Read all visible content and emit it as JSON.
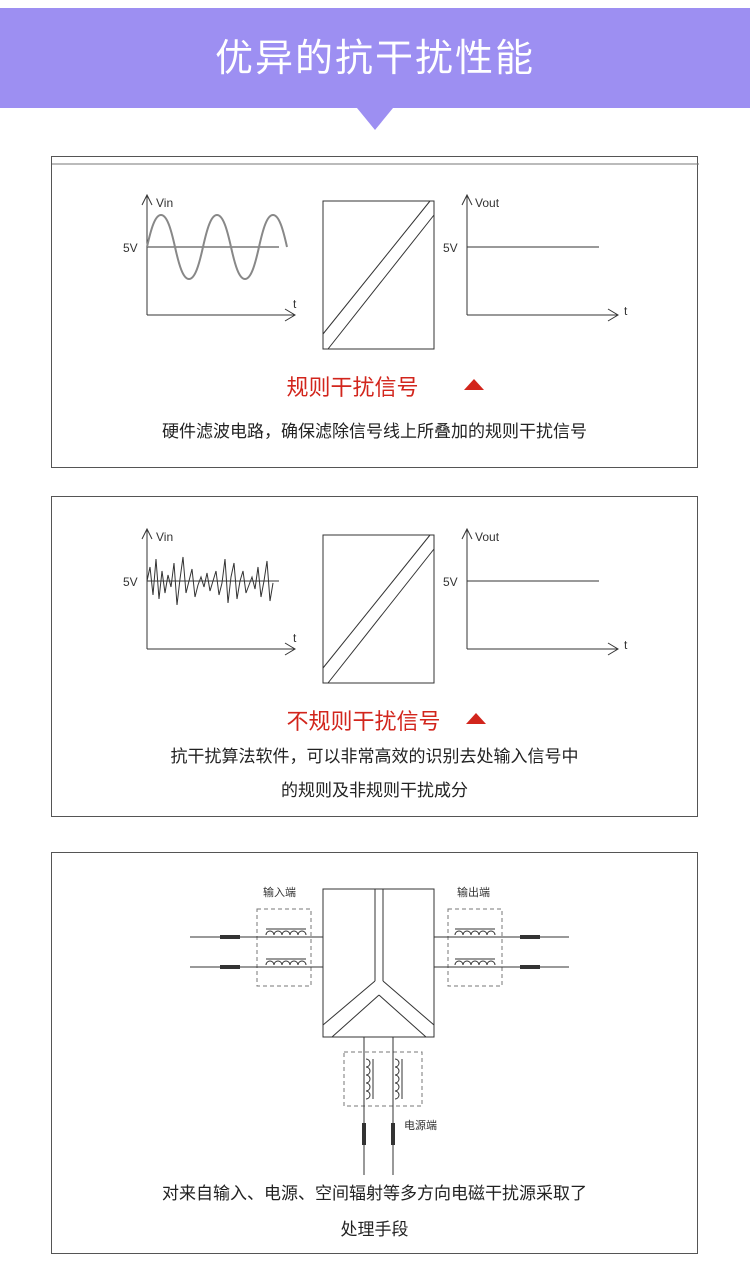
{
  "header": {
    "title": "优异的抗干扰性能"
  },
  "panel1": {
    "vin_label": "Vin",
    "vout_label": "Vout",
    "level_in": "5V",
    "level_out": "5V",
    "t_in": "t",
    "t_out": "t",
    "title": "规则干扰信号",
    "description": "硬件滤波电路，确保滤除信号线上所叠加的规则干扰信号"
  },
  "panel2": {
    "vin_label": "Vin",
    "vout_label": "Vout",
    "level_in": "5V",
    "level_out": "5V",
    "t_in": "t",
    "t_out": "t",
    "title": "不规则干扰信号",
    "description_line1": "抗干扰算法软件，可以非常高效的识别去处输入信号中",
    "description_line2": "的规则及非规则干扰成分"
  },
  "panel3": {
    "input_label": "输入端",
    "output_label": "输出端",
    "power_label": "电源端",
    "description_line1": "对来自输入、电源、空间辐射等多方向电磁干扰源采取了",
    "description_line2": "处理手段"
  },
  "colors": {
    "banner": "#9d8ff2",
    "accent_red": "#d2251c"
  }
}
